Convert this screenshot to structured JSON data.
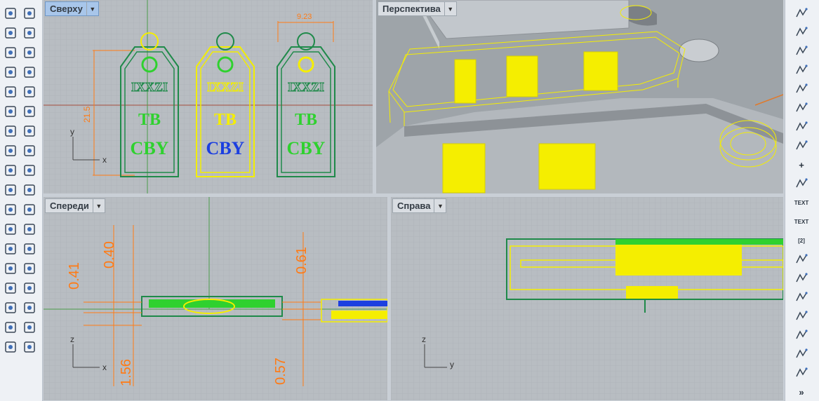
{
  "viewports": {
    "top": {
      "label": "Сверху",
      "dims": {
        "width": "9.23",
        "height": "21.5"
      },
      "axes": {
        "x": "x",
        "y": "y"
      }
    },
    "perspective": {
      "label": "Перспектива"
    },
    "front": {
      "label": "Спереди",
      "dims": {
        "d1": "0.41",
        "d2": "0.40",
        "d3": "1.56",
        "d4": "0.61",
        "d5": "0.57"
      },
      "axes": {
        "x": "x",
        "z": "z"
      }
    },
    "right": {
      "label": "Справа",
      "axes": {
        "y": "y",
        "z": "z"
      }
    }
  },
  "tags": [
    {
      "lines": [
        "IXXZI",
        "ТВ",
        "CBY"
      ],
      "color": "#1f8a4a"
    },
    {
      "lines": [
        "IXXZI",
        "ТВ",
        "CBY"
      ],
      "color": "#f2ee00"
    },
    {
      "lines": [
        "IXXZI",
        "ТВ",
        "CBY"
      ],
      "color": "#1f8a4a"
    }
  ],
  "left_toolbar": [
    "select-arrow-icon",
    "point-icon",
    "polyline-icon",
    "curve-points-icon",
    "circle-icon",
    "ellipse-icon",
    "arc-icon",
    "rectangle-icon",
    "polygon-icon",
    "fillet-curve-icon",
    "surface-from-points-icon",
    "extrude-surface-icon",
    "box-solid-icon",
    "sphere-solids-icon",
    "cylinder-icon",
    "mesh-plane-icon",
    "explode-icon",
    "boolean-icon",
    "move-icon",
    "project-icon",
    "boolean-union-icon",
    "boolean-split-icon",
    "rotate-icon",
    "scale-icon",
    "text-object-icon",
    "array-icon",
    "group-icon",
    "transform-icon",
    "box-edit-icon",
    "make-2d-icon",
    "grid-array-icon",
    "block-icon",
    "analyze-icon",
    "check-icon",
    "render-icon",
    "material-icon"
  ],
  "right_toolbar": [
    {
      "icon": "curve-from-points-icon",
      "label": ""
    },
    {
      "icon": "polyline-corner-icon",
      "label": ""
    },
    {
      "icon": "polyline-steps-icon",
      "label": ""
    },
    {
      "icon": "polyline-zigzag-icon",
      "label": ""
    },
    {
      "icon": "polyline-diagonal-icon",
      "label": ""
    },
    {
      "icon": "polyline-45-icon",
      "label": ""
    },
    {
      "icon": "arc-tangent-icon",
      "label": ""
    },
    {
      "icon": "arc-tangent-2-icon",
      "label": ""
    },
    {
      "icon": "plus-icon",
      "label": "+"
    },
    {
      "icon": "chevron-fill-icon",
      "label": ""
    },
    {
      "icon": "text-icon",
      "label": "TEXT"
    },
    {
      "icon": "text-object-icon",
      "label": "TEXT"
    },
    {
      "icon": "dimension-2-icon",
      "label": "[2]"
    },
    {
      "icon": "step-line-icon",
      "label": ""
    },
    {
      "icon": "step-line-2-icon",
      "label": ""
    },
    {
      "icon": "step-line-3-icon",
      "label": ""
    },
    {
      "icon": "leader-icon",
      "label": ""
    },
    {
      "icon": "hatch-icon",
      "label": ""
    },
    {
      "icon": "hatch-2-icon",
      "label": ""
    },
    {
      "icon": "contour-icon",
      "label": ""
    },
    {
      "icon": "expand-more-icon",
      "label": "»"
    }
  ]
}
